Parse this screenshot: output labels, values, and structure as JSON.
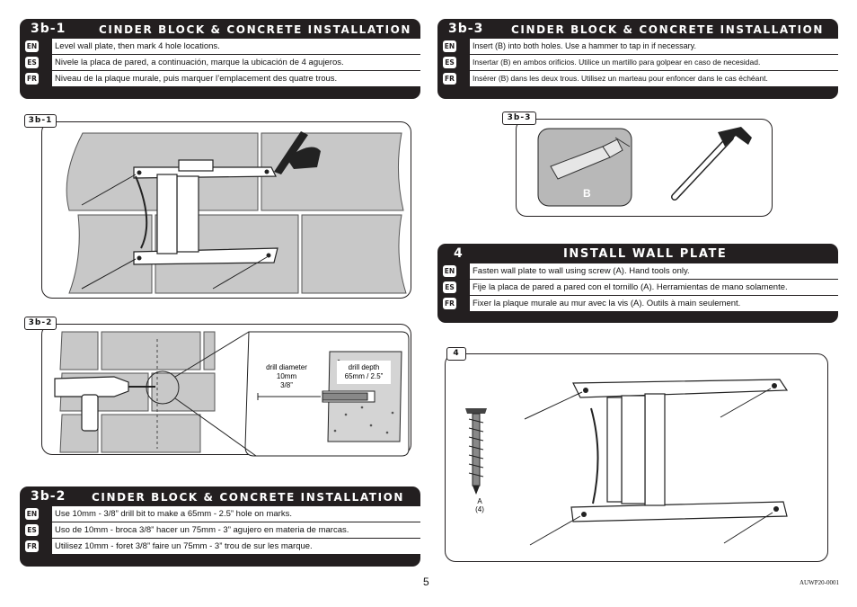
{
  "lang_codes": {
    "en": "EN",
    "es": "ES",
    "fr": "FR"
  },
  "step_3b1": {
    "number": "3b-1",
    "title": "CINDER BLOCK & CONCRETE INSTALLATION",
    "en": "Level wall plate, then mark 4 hole locations.",
    "es": "Nivele la placa de pared, a continuación, marque la ubicación de 4 agujeros.",
    "fr": "Niveau de la plaque murale, puis marquer l’emplacement des quatre trous."
  },
  "step_3b3": {
    "number": "3b-3",
    "title": "CINDER BLOCK & CONCRETE INSTALLATION",
    "en": "Insert (B) into both holes.  Use a hammer to tap in if necessary.",
    "es": "Insertar (B) en ambos orificios. Utilice un martillo para golpear en caso de necesidad.",
    "fr": "Insérer (B) dans les deux trous. Utilisez un marteau pour enfoncer dans le cas échéant."
  },
  "step_4": {
    "number": "4",
    "title": "INSTALL WALL PLATE",
    "en": "Fasten wall plate to wall using screw (A).  Hand tools only.",
    "es": "Fije la placa de pared a pared con el tornillo (A). Herramientas de mano solamente.",
    "fr": "Fixer la plaque murale au mur avec la vis (A). Outils à main seulement."
  },
  "step_3b2": {
    "number": "3b-2",
    "title": "CINDER BLOCK & CONCRETE INSTALLATION",
    "en": "Use 10mm - 3/8” drill bit to make a 65mm - 2.5” hole on marks.",
    "es": "Uso de 10mm - broca 3/8” hacer un 75mm - 3” agujero en materia de marcas.",
    "fr": "Utilisez 10mm - foret 3/8” faire un 75mm - 3” trou de sur les marque."
  },
  "figures": {
    "fig_3b1_label": "3b-1",
    "fig_3b2_label": "3b-2",
    "fig_3b3_label": "3b-3",
    "fig_4_label": "4",
    "drill_diameter_1": "drill diameter",
    "drill_diameter_2": "10mm",
    "drill_diameter_3": "3/8”",
    "drill_depth_1": "drill depth",
    "drill_depth_2": "65mm / 2.5”",
    "anchor_label": "B",
    "screw_label_1": "A",
    "screw_label_2": "(4)"
  },
  "footer": {
    "page_number": "5",
    "doc_code": "AUWP20-0001"
  }
}
